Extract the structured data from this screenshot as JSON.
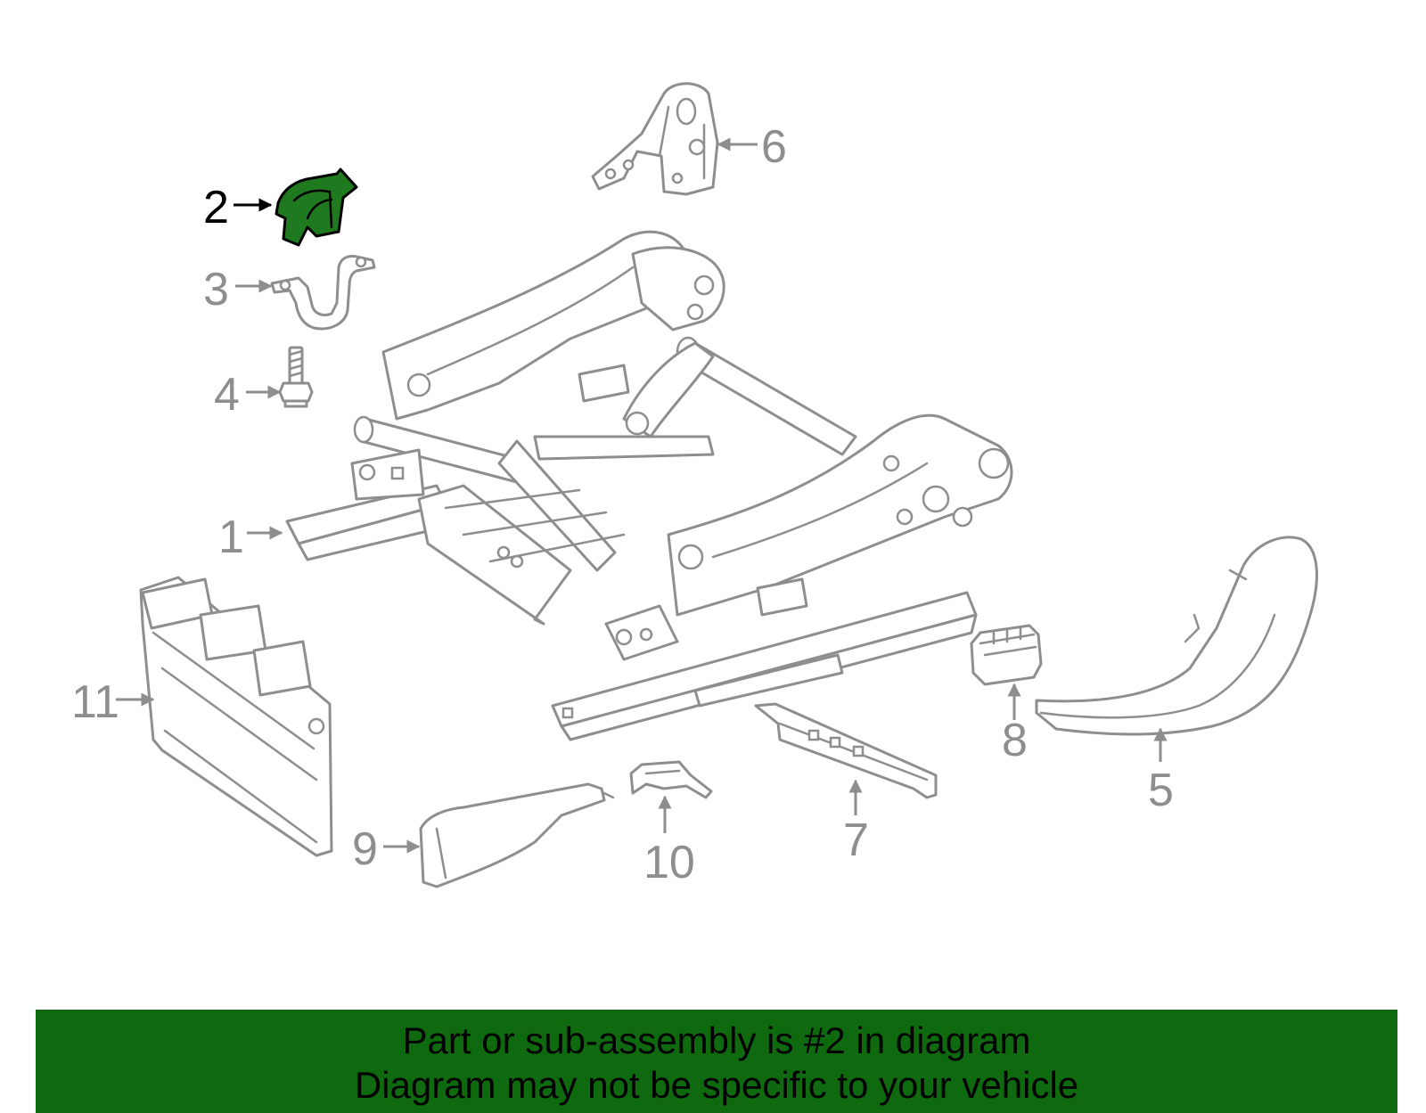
{
  "diagram": {
    "highlight_color": "#1f7a1f",
    "line_color": "#8e8e8e",
    "selected_callout": "2",
    "callouts": [
      "1",
      "2",
      "3",
      "4",
      "5",
      "6",
      "7",
      "8",
      "9",
      "10",
      "11"
    ]
  },
  "banner": {
    "color": "#0f6a0f",
    "line1": "Part or sub-assembly is #2 in diagram",
    "line2": "Diagram may not be specific to your vehicle"
  }
}
